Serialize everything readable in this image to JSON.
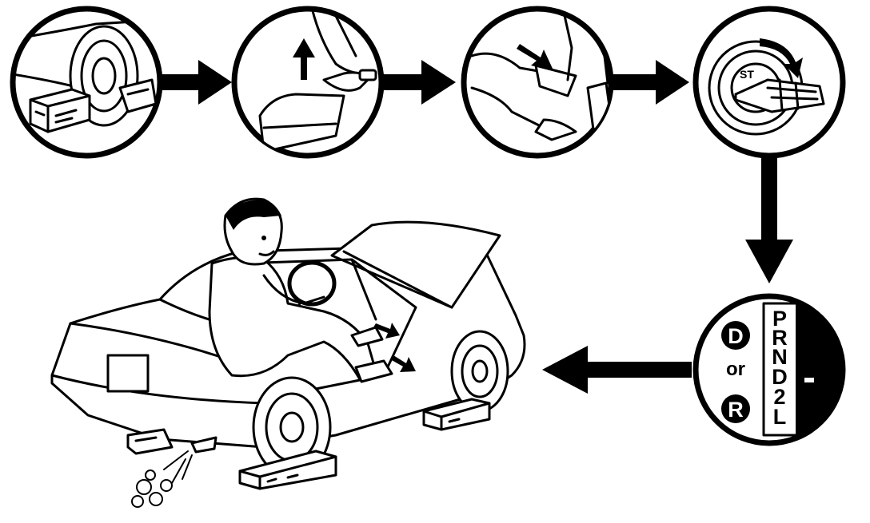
{
  "steps": [
    {
      "id": "wheel-chocks",
      "icon": "wheel-chock-icon"
    },
    {
      "id": "parking-brake",
      "icon": "parking-brake-icon"
    },
    {
      "id": "brake-pedal",
      "icon": "brake-pedal-icon"
    },
    {
      "id": "ignition-key",
      "icon": "ignition-key-icon",
      "key_label": "ST"
    },
    {
      "id": "shift-lever",
      "icon": "shift-gate-icon"
    }
  ],
  "shift_gate": {
    "positions": [
      "P",
      "R",
      "N",
      "D",
      "2",
      "L"
    ],
    "drive_badge": "D",
    "connector": "or",
    "reverse_badge": "R"
  },
  "colors": {
    "ink": "#000000",
    "paper": "#ffffff"
  }
}
